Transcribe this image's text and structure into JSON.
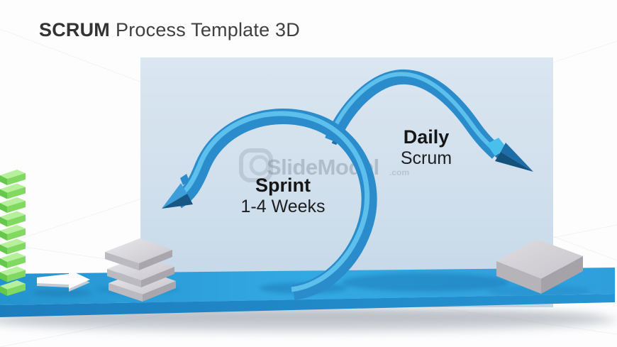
{
  "slide": {
    "title": {
      "emphasis": "SCRUM",
      "rest": "Process Template 3D"
    },
    "sprint_label": {
      "line1": "Sprint",
      "line2": "1-4 Weeks"
    },
    "daily_label": {
      "line1": "Daily",
      "line2": "Scrum"
    },
    "watermark": {
      "brand": "SlideModel",
      "domain": ".com"
    },
    "palette": {
      "arrow_blue": "#2b8ccb",
      "arrow_highlight": "#5fc2ed",
      "arrow_dark_edge": "#175f9b",
      "arrowhead_dark": "#15537f",
      "arrowhead_light": "#3d9ed9",
      "arrow_cyan_band": "#49c0eb",
      "track_top": "#2fa3de",
      "track_front": "#1f84c4",
      "panel_top": "#dae6f1",
      "panel_bottom": "#c3d7e8",
      "green_block": "#81d961",
      "gray_block": "#b9b6bb",
      "title_text": "#3d3d3d",
      "label_text": "#161616"
    }
  }
}
